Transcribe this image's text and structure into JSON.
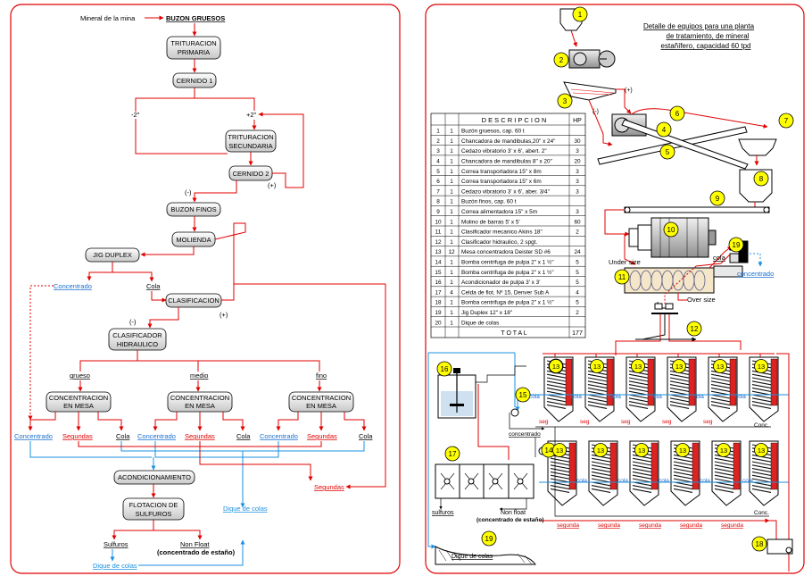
{
  "left": {
    "source": "Mineral de la mina",
    "nodes": {
      "buzon_gruesos": "BUZON GRUESOS",
      "trituracion_primaria": [
        "TRITURACION",
        "PRIMARIA"
      ],
      "cernido1": "CERNIDO 1",
      "trituracion_secundaria": [
        "TRITURACION",
        "SECUNDARIA"
      ],
      "cernido2": "CERNIDO 2",
      "buzon_finos": "BUZON FINOS",
      "molienda": "MOLIENDA",
      "jig": "JIG DUPLEX",
      "clasificacion": "CLASIFICACION",
      "clasificador": [
        "CLASIFICADOR",
        "HIDRAULICO"
      ],
      "mesa": [
        "CONCENTRACION",
        "EN MESA"
      ],
      "acondicionamiento": "ACONDICIONAMIENTO",
      "flotacion": [
        "FLOTACION DE",
        "SULFUROS"
      ]
    },
    "signs": {
      "minus2": "-2\"",
      "plus2": "+2\"",
      "minus": "(-)",
      "plus": "(+)"
    },
    "labels": {
      "concentrado": "Concentrado",
      "cola": "Cola",
      "segundas": "Segundas",
      "grueso": "grueso",
      "medio": "medio",
      "fino": "fino",
      "dique": "Dique de colas",
      "sulfuros": "Sulfuros",
      "nonfloat": "Non Float",
      "nonfloat_sub": "(concentrado de estaño)"
    }
  },
  "right": {
    "title": [
      "Detalle de equipos para una planta",
      "de tratamiento, de mineral",
      "estañífero, capacidad 60 tpd"
    ],
    "table": {
      "header": [
        "",
        "",
        "D E S C R I P C I O N",
        "HP"
      ],
      "rows": [
        [
          "1",
          "1",
          "Buzón gruesos, cap. 60 t",
          ""
        ],
        [
          "2",
          "1",
          "Chancadora de mandibulas,20\" x 24\"",
          "30"
        ],
        [
          "3",
          "1",
          "Cedazo vibratorio 3' x 6', abert. 2\"",
          "3"
        ],
        [
          "4",
          "1",
          "Chancadora de mandibulas 8\" x 20\"",
          "20"
        ],
        [
          "5",
          "1",
          "Correa transportadora 15\" x 8m",
          "3"
        ],
        [
          "6",
          "1",
          "Correa transportadora 15\" x 6m",
          "3"
        ],
        [
          "7",
          "1",
          "Cedazo vibratorio 3' x 6', aber. 3/4\"",
          "3"
        ],
        [
          "8",
          "1",
          "Buzón finos, cap. 60 t",
          ""
        ],
        [
          "9",
          "1",
          "Correa alimentadora 15\" x 5m",
          "3"
        ],
        [
          "10",
          "1",
          "Molino de barras 5' x 5'",
          "60"
        ],
        [
          "11",
          "1",
          "Clasificador mecanico Akins 18\"",
          "2"
        ],
        [
          "12",
          "1",
          "Clasificador hidraulico, 2 spgt.",
          ""
        ],
        [
          "13",
          "12",
          "Mesa concentradora Deister SD #6",
          "24"
        ],
        [
          "14",
          "1",
          "Bomba centrifuga de pulpa 2\" x 1 ½\"",
          "5"
        ],
        [
          "15",
          "1",
          "Bomba centrifuga de pulpa 2\" x 1 ½\"",
          "5"
        ],
        [
          "16",
          "1",
          "Acondicionador de pulpa 3' x 3'",
          "5"
        ],
        [
          "17",
          "4",
          "Celda de flot. Nº 15, Denver Sub A",
          "4"
        ],
        [
          "18",
          "1",
          "Bomba centrifuga de pulpa 2\" x 1 ½\"",
          "5"
        ],
        [
          "19",
          "1",
          "Jig Duplex 12\" x 18\"",
          "2"
        ],
        [
          "20",
          "1",
          "Dique de colas",
          ""
        ]
      ],
      "total_label": "T O T A L",
      "total_value": "177"
    },
    "labels": {
      "undersize": "Under size",
      "oversize": "Over size",
      "cola": "cola",
      "concentrado": "concentrado",
      "seg": "seg",
      "conc": "Conc.",
      "segunda": "segunda",
      "sulfuros": "sulfuros",
      "nonfloat": "Non float",
      "nonfloat_sub": "(concentrado de estaño)",
      "dique": "Dique de colas",
      "plus": "(+)",
      "minus": "(-)"
    },
    "markers": [
      "1",
      "2",
      "3",
      "4",
      "5",
      "6",
      "7",
      "8",
      "9",
      "10",
      "11",
      "12",
      "13",
      "14",
      "15",
      "16",
      "17",
      "18",
      "19",
      "19"
    ]
  }
}
